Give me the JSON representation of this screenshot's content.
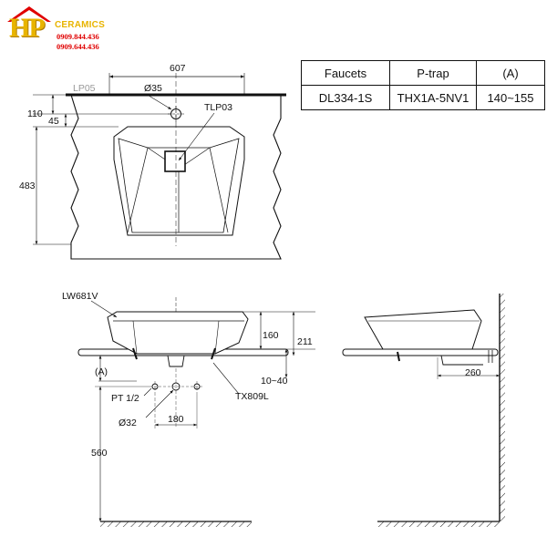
{
  "logo": {
    "mark": "HP",
    "brand": "CERAMICS",
    "phone_1": "0909.844.436",
    "phone_2": "0909.644.436",
    "colors": {
      "gold": "#e8b400",
      "red": "#e00000"
    }
  },
  "spec_table": {
    "headers": [
      "Faucets",
      "P-trap",
      "(A)"
    ],
    "row": [
      "DL334-1S",
      "THX1A-5NV1",
      "140~155"
    ]
  },
  "top_view": {
    "width": "607",
    "hole_diameter": "Ø35",
    "drain_label": "TLP03",
    "left_label": "LP05",
    "dim_110": "110",
    "dim_45": "45",
    "dim_483": "483"
  },
  "front_view": {
    "basin_label": "LW681V",
    "dim_160": "160",
    "dim_211": "211",
    "dim_10_40": "10~40",
    "trap_label": "TX809L",
    "a_label": "(A)",
    "pt_label": "PT 1/2",
    "pipe_diameter": "Ø32",
    "dim_180": "180",
    "dim_560": "560"
  },
  "side_view": {
    "dim_260": "260"
  }
}
